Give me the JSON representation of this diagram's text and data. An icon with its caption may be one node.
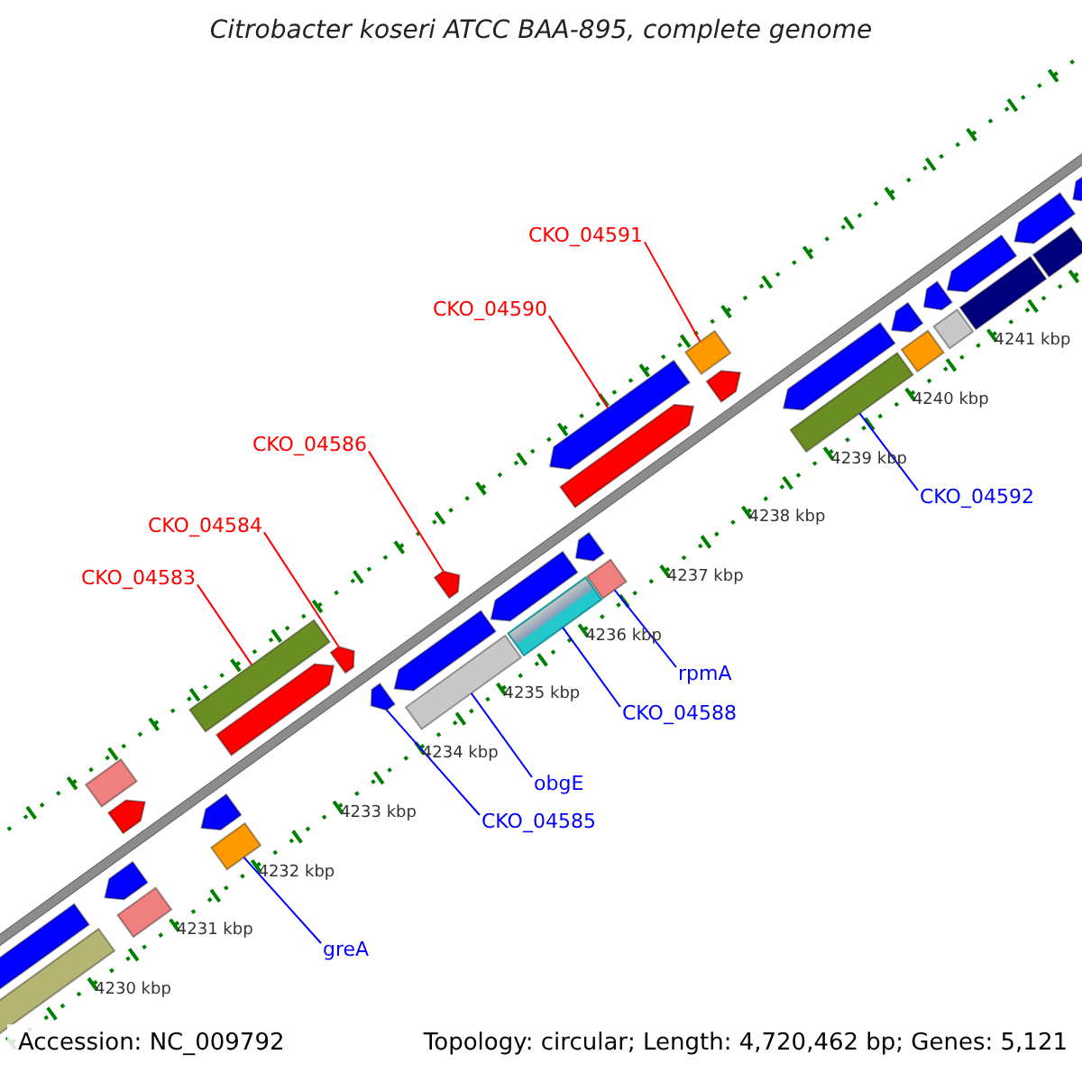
{
  "diagram": {
    "title": "Citrobacter koseri ATCC BAA-895, complete genome",
    "nodes": [
      {
        "text": [
          "CKO_04591"
        ]
      },
      {
        "text": [],
        "shape": "box"
      },
      {
        "text": [
          "CKO_04590"
        ]
      },
      {
        "text": [],
        "shape": "arrow"
      },
      {
        "text": [
          "CKO_04586"
        ]
      },
      {
        "text": [],
        "shape": "arrow"
      },
      {
        "text": [
          "CKO_04584"
        ]
      },
      {
        "text": [],
        "shape": "arrow"
      },
      {
        "text": [
          "CKO_04583"
        ]
      },
      {
        "text": [],
        "shape": "bar"
      },
      {
        "text": [],
        "shape": "bar"
      },
      {
        "text": [
          "CKO_04592"
        ]
      },
      {
        "text": [],
        "shape": "box"
      },
      {
        "text": [
          "rpmA"
        ]
      },
      {
        "text": [],
        "shape": "bar"
      },
      {
        "text": [
          "CKO_04588"
        ]
      },
      {
        "text": [],
        "shape": "bar"
      },
      {
        "text": [
          "obgE"
        ]
      },
      {
        "text": [],
        "shape": "arrow"
      },
      {
        "text": [
          "CKO_04585"
        ]
      },
      {
        "text": [],
        "shape": "box"
      },
      {
        "text": [
          "greA"
        ]
      },
      {
        "text": [],
        "shape": "box"
      },
      {
        "text": [],
        "shape": "arrow"
      },
      {
        "text": [],
        "shape": "arrow"
      },
      {
        "text": [],
        "shape": "arrow"
      },
      {
        "text": [],
        "shape": "arrow"
      },
      {
        "text": [],
        "shape": "arrow"
      },
      {
        "text": [],
        "shape": "bar"
      },
      {
        "text": [],
        "shape": "arrow"
      },
      {
        "text": [],
        "shape": "box"
      },
      {
        "text": [],
        "shape": "arrow"
      },
      {
        "text": [],
        "shape": "arrow"
      },
      {
        "text": [],
        "shape": "arrow"
      },
      {
        "text": [],
        "shape": "arrow"
      },
      {
        "text": [],
        "shape": "arrow"
      },
      {
        "text": [],
        "shape": "arrow"
      },
      {
        "text": [],
        "shape": "box"
      },
      {
        "text": [],
        "shape": "arrow"
      },
      {
        "text": [],
        "shape": "box"
      },
      {
        "text": [],
        "shape": "bar"
      },
      {
        "text": [],
        "shape": "bar"
      },
      {
        "text": [],
        "shape": "arrow"
      },
      {
        "text": [],
        "shape": "arrow"
      },
      {
        "text": [],
        "shape": "arrow"
      }
    ],
    "edges": [
      {
        "from": 0,
        "to": 1,
        "arrow": "none",
        "color": "#ff0000"
      },
      {
        "from": 2,
        "to": 3,
        "arrow": "none",
        "color": "#ff0000"
      },
      {
        "from": 4,
        "to": 5,
        "arrow": "none",
        "color": "#ff0000"
      },
      {
        "from": 6,
        "to": 7,
        "arrow": "none",
        "color": "#ff0000"
      },
      {
        "from": 8,
        "to": 9,
        "arrow": "none",
        "color": "#ff0000"
      },
      {
        "from": 11,
        "to": 10,
        "arrow": "none"
      },
      {
        "from": 13,
        "to": 12,
        "arrow": "none"
      },
      {
        "from": 15,
        "to": 14,
        "arrow": "none"
      },
      {
        "from": 17,
        "to": 16,
        "arrow": "none"
      },
      {
        "from": 19,
        "to": 18,
        "arrow": "none"
      },
      {
        "from": 21,
        "to": 20,
        "arrow": "none"
      }
    ],
    "labels": [
      "4241 kbp",
      "4240 kbp",
      "4239 kbp",
      "4238 kbp",
      "4237 kbp",
      "4236 kbp",
      "4235 kbp",
      "4234 kbp",
      "4233 kbp",
      "4232 kbp",
      "4231 kbp",
      "4230 kbp",
      "Accession: NC_009792",
      "Topology: circular; Length: 4,720,462 bp; Genes: 5,121"
    ]
  }
}
